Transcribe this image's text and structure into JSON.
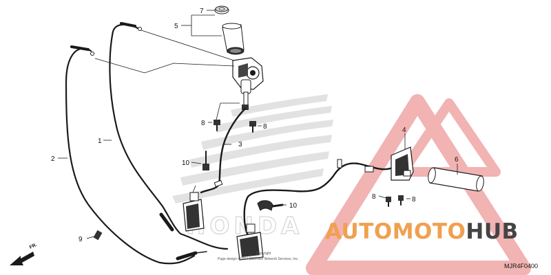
{
  "callouts": {
    "c7": "7",
    "c5": "5",
    "c1": "1",
    "c2": "2",
    "c3": "3",
    "c4": "4",
    "c6": "6",
    "c8a": "8",
    "c8b": "8",
    "c8c": "8",
    "c8d": "8",
    "c10a": "10",
    "c10b": "10",
    "c9": "9"
  },
  "direction_label": "FR.",
  "part_code": "MJR4F0400",
  "copyright_line1": "Copyright",
  "copyright_line2": "Page design ©2004-2019 ARI Network Services, Inc.",
  "watermark": {
    "brand_part1": "AUTOMOTO",
    "brand_part2": "HUB",
    "color_primary": "#f0a050",
    "color_secondary": "#454545",
    "triangle_color": "#e84040"
  },
  "background_logo_text": "HONDA",
  "colors": {
    "line": "#1a1a1a",
    "ghost": "#dddddd"
  }
}
